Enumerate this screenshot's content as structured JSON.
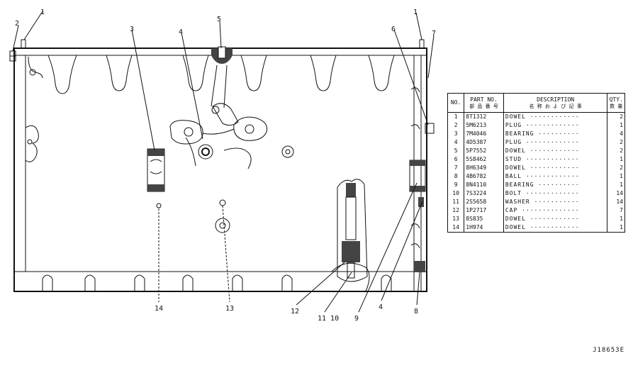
{
  "callouts": [
    {
      "id": "c1a",
      "text": "1"
    },
    {
      "id": "c2",
      "text": "2"
    },
    {
      "id": "c3",
      "text": "3"
    },
    {
      "id": "c4a",
      "text": "4"
    },
    {
      "id": "c5",
      "text": "5"
    },
    {
      "id": "c1b",
      "text": "1"
    },
    {
      "id": "c6",
      "text": "6"
    },
    {
      "id": "c7",
      "text": "7"
    },
    {
      "id": "c14",
      "text": "14"
    },
    {
      "id": "c13",
      "text": "13"
    },
    {
      "id": "c12",
      "text": "12"
    },
    {
      "id": "c1110",
      "text": "11 10"
    },
    {
      "id": "c9",
      "text": "9"
    },
    {
      "id": "c4b",
      "text": "4"
    },
    {
      "id": "c8",
      "text": "8"
    }
  ],
  "table": {
    "headers": {
      "no": "NO.",
      "part": "PART NO.",
      "part_jp": "部 品 番 号",
      "desc": "DESCRIPTION",
      "desc_jp": "名 称 お よ び 記 事",
      "qty": "QTY.",
      "qty_jp": "数 量"
    },
    "rows": [
      {
        "no": "1",
        "part": "8T1312",
        "desc": "DOWEL ············",
        "qty": "2"
      },
      {
        "no": "2",
        "part": "5M6213",
        "desc": "PLUG ·············",
        "qty": "1"
      },
      {
        "no": "3",
        "part": "7M4046",
        "desc": "BEARING ··········",
        "qty": "4"
      },
      {
        "no": "4",
        "part": "4D5387",
        "desc": "PLUG ·············",
        "qty": "2"
      },
      {
        "no": "5",
        "part": "5P7552",
        "desc": "DOWEL ············",
        "qty": "2"
      },
      {
        "no": "6",
        "part": "5S8462",
        "desc": "STUD ·············",
        "qty": "1"
      },
      {
        "no": "7",
        "part": "8H6349",
        "desc": "DOWEL ············",
        "qty": "2"
      },
      {
        "no": "8",
        "part": "4B6782",
        "desc": "BALL ·············",
        "qty": "1"
      },
      {
        "no": "9",
        "part": "8N4110",
        "desc": "BEARING ··········",
        "qty": "1"
      },
      {
        "no": "10",
        "part": "7S3224",
        "desc": "BOLT ·············",
        "qty": "14"
      },
      {
        "no": "11",
        "part": "2S5658",
        "desc": "WASHER ···········",
        "qty": "14"
      },
      {
        "no": "12",
        "part": "1P2717",
        "desc": "CAP ··············",
        "qty": "7"
      },
      {
        "no": "13",
        "part": "8S835",
        "desc": "DOWEL ············",
        "qty": "1"
      },
      {
        "no": "14",
        "part": "1H974",
        "desc": "DOWEL ············",
        "qty": "1"
      }
    ]
  },
  "ref_code": "J18653E"
}
